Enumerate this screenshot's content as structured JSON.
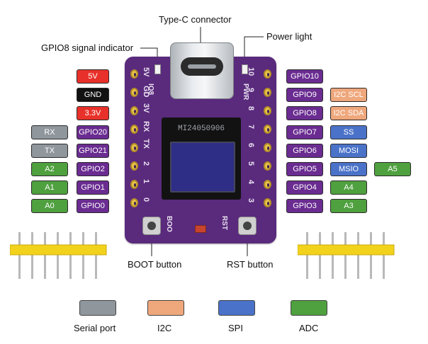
{
  "callouts": {
    "typec": "Type-C connector",
    "power_light": "Power light",
    "gpio8_indicator": "GPIO8 signal indicator",
    "boot_button": "BOOT button",
    "rst_button": "RST button"
  },
  "left_power": [
    "5V",
    "GND",
    "3.3V"
  ],
  "left_pins": [
    {
      "aux": "RX",
      "gpio": "GPIO20"
    },
    {
      "aux": "TX",
      "gpio": "GPIO21"
    },
    {
      "aux": "A2",
      "gpio": "GPIO2"
    },
    {
      "aux": "A1",
      "gpio": "GPIO1"
    },
    {
      "aux": "A0",
      "gpio": "GPIO0"
    }
  ],
  "right_pins": [
    {
      "gpio": "GPIO10",
      "func": ""
    },
    {
      "gpio": "GPIO9",
      "func": "I2C SCL"
    },
    {
      "gpio": "GPIO8",
      "func": "I2C SDA"
    },
    {
      "gpio": "GPIO7",
      "func": "SS"
    },
    {
      "gpio": "GPIO6",
      "func": "MOSI"
    },
    {
      "gpio": "GPIO5",
      "func": "MSIO",
      "extra": "A5"
    },
    {
      "gpio": "GPIO4",
      "func": "A4"
    },
    {
      "gpio": "GPIO3",
      "func": "A3"
    }
  ],
  "silkscreen": {
    "left": [
      "5V",
      "GD",
      "3V",
      "RX",
      "TX",
      "2",
      "1",
      "0"
    ],
    "right": [
      "10",
      "9",
      "8",
      "7",
      "6",
      "5",
      "4",
      "3"
    ],
    "io8": "IO8",
    "pwr": "PWR",
    "boot": "BOO",
    "rst": "RST",
    "screen_code": "MI24050906"
  },
  "legend": [
    {
      "label": "Serial port",
      "color": "#8f969c"
    },
    {
      "label": "I2C",
      "color": "#efa77c"
    },
    {
      "label": "SPI",
      "color": "#4a72c8"
    },
    {
      "label": "ADC",
      "color": "#4fa03f"
    }
  ],
  "colors": {
    "board": "#5a2a7d",
    "gpio_tag": "#6a2c91",
    "power_red": "#e8312a",
    "ground_black": "#111111",
    "header_plastic": "#f2d21b",
    "pin_metal": "#b9b9b9"
  },
  "icons": [
    "usb-c-connector-icon",
    "oled-screen-icon",
    "push-button-icon",
    "led-icon",
    "pin-header-icon"
  ]
}
